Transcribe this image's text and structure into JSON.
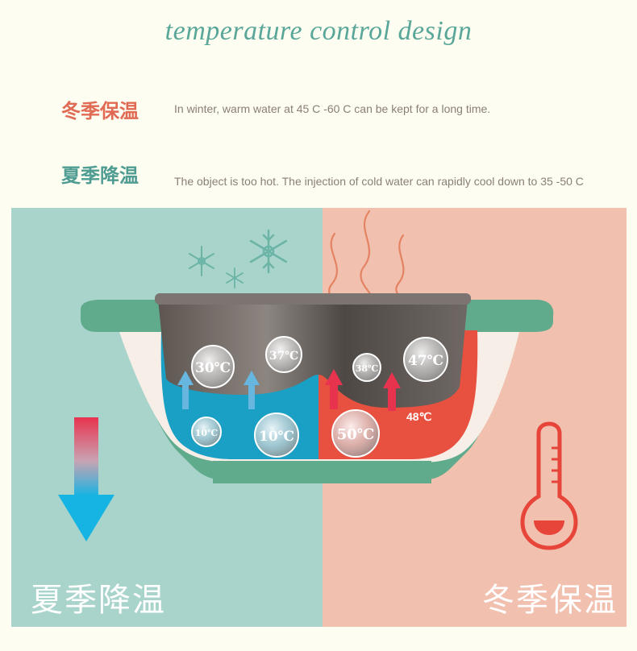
{
  "title": "temperature control design",
  "winter": {
    "heading": "冬季保温",
    "text": "In winter, warm water at 45 C -60 C can be kept for a long time."
  },
  "summer": {
    "heading": "夏季降温",
    "text": "The object is too hot. The injection of cold water can rapidly cool down to 35 -50 C"
  },
  "bubbles": {
    "b30": "30℃",
    "b37": "37℃",
    "b38": "38℃",
    "b47": "47℃",
    "b10a": "10℃",
    "b10b": "10℃",
    "b50": "50℃"
  },
  "water_label": "48℃",
  "bottom_labels": {
    "left": "夏季降温",
    "right": "冬季保温"
  },
  "colors": {
    "cool_panel": "#a8d4cc",
    "warm_panel": "#f1c0af",
    "teal_bowl": "#5fab8c",
    "blue_water": "#1aa0c4",
    "red_water": "#e8503f",
    "title": "#5aa79a"
  },
  "icons": [
    "snowflake-icon",
    "steam-icon",
    "arrow-down-icon",
    "thermometer-icon",
    "arrow-up-icon"
  ]
}
